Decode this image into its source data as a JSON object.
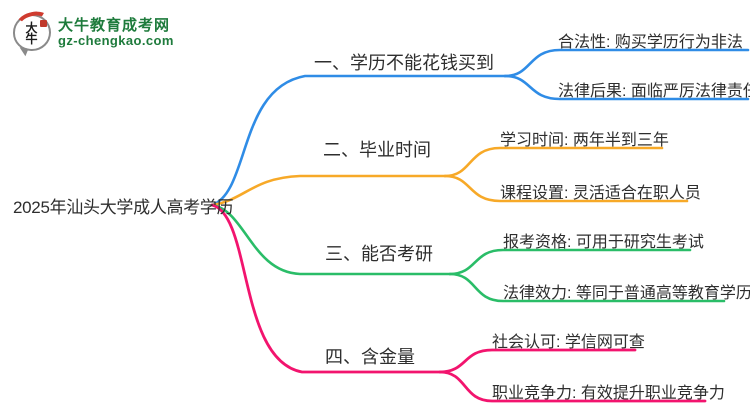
{
  "logo": {
    "bubble_text": "大\n牛",
    "title": "大牛教育成考网",
    "subtitle": "gz-chengkao.com",
    "brand_color": "#1e7b3c",
    "seal_color": "#c0392b"
  },
  "central_topic": "2025年汕头大学成人高考学历",
  "theme": {
    "background": "#ffffff",
    "text_color": "#2e2e2e"
  },
  "branches": [
    {
      "label": "一、学历不能花钱买到",
      "color": "#2f8ce6",
      "children": [
        "合法性: 购买学历行为非法",
        "法律后果: 面临严厉法律责任"
      ]
    },
    {
      "label": "二、毕业时间",
      "color": "#f7a928",
      "children": [
        "学习时间: 两年半到三年",
        "课程设置: 灵活适合在职人员"
      ]
    },
    {
      "label": "三、能否考研",
      "color": "#2abd68",
      "children": [
        "报考资格: 可用于研究生考试",
        "法律效力: 等同于普通高等教育学历"
      ]
    },
    {
      "label": "四、含金量",
      "color": "#f2146e",
      "children": [
        "社会认可: 学信网可查",
        "职业竞争力: 有效提升职业竞争力"
      ]
    }
  ]
}
